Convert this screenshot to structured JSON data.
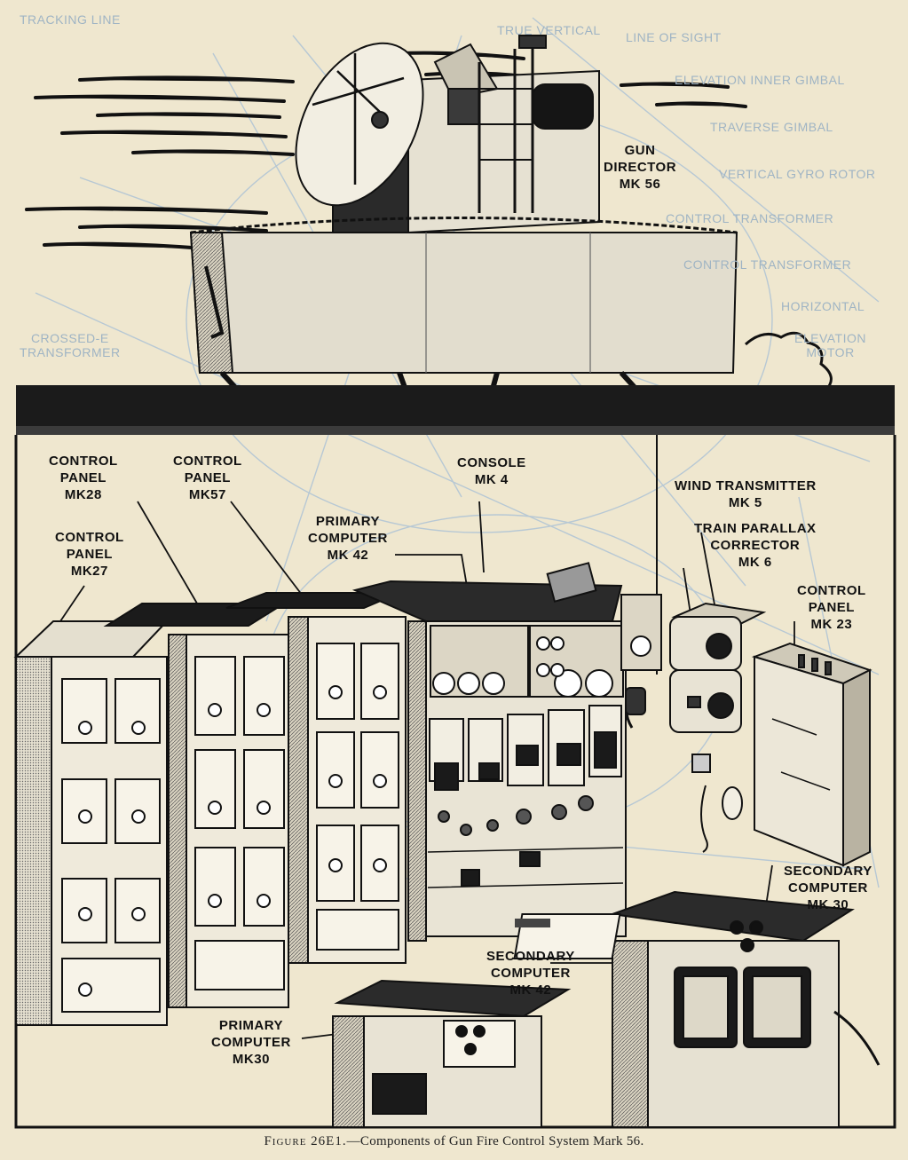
{
  "labels": {
    "gun_director": [
      "GUN",
      "DIRECTOR",
      "MK 56"
    ],
    "control_panel_mk28": [
      "CONTROL",
      "PANEL",
      "MK28"
    ],
    "control_panel_mk57": [
      "CONTROL",
      "PANEL",
      "MK57"
    ],
    "control_panel_mk27": [
      "CONTROL",
      "PANEL",
      "MK27"
    ],
    "console_mk4": [
      "CONSOLE",
      "MK 4"
    ],
    "primary_computer_mk42": [
      "PRIMARY",
      "COMPUTER",
      "MK 42"
    ],
    "wind_transmitter_mk5": [
      "WIND TRANSMITTER",
      "MK 5"
    ],
    "train_parallax_corrector_mk6": [
      "TRAIN PARALLAX",
      "CORRECTOR",
      "MK 6"
    ],
    "control_panel_mk23": [
      "CONTROL",
      "PANEL",
      "MK 23"
    ],
    "secondary_computer_mk30": [
      "SECONDARY",
      "COMPUTER",
      "MK 30"
    ],
    "secondary_computer_mk42": [
      "SECONDARY",
      "COMPUTER",
      "MK 42"
    ],
    "primary_computer_mk30": [
      "PRIMARY",
      "COMPUTER",
      "MK30"
    ]
  },
  "background_text": {
    "tracking_line": "TRACKING LINE",
    "true_vertical": "TRUE VERTICAL",
    "line_of_sight": "LINE OF SIGHT",
    "elevation_inner_gimbal": "ELEVATION INNER GIMBAL",
    "traverse_gimbal": "TRAVERSE GIMBAL",
    "vertical_gyro_rotor": "VERTICAL GYRO ROTOR",
    "control_transformer_1": "CONTROL TRANSFORMER",
    "control_transformer_2": "CONTROL TRANSFORMER",
    "horizontal": "HORIZONTAL",
    "elevation_motor": [
      "ELEVATION",
      "MOTOR"
    ],
    "crossed_e_transformer": [
      "CROSSED-E",
      "TRANSFORMER"
    ]
  },
  "caption": {
    "figure": "Figure 26E1.",
    "text": "—Components of Gun Fire Control System Mark 56."
  }
}
